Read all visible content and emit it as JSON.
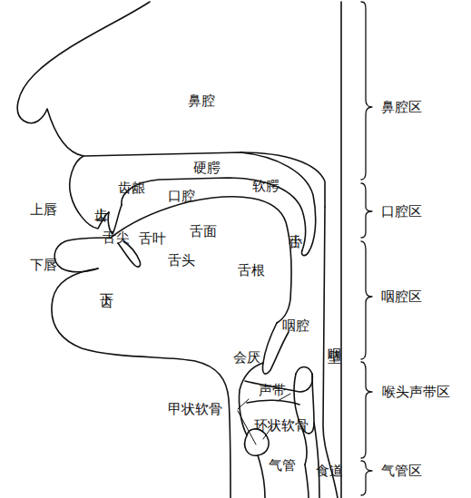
{
  "diagram": {
    "labels": [
      "鼻腔",
      "鼻腔区",
      "硬腭",
      "上齿",
      "齿龈",
      "软腭",
      "口腔",
      "上唇",
      "小舌",
      "口腔区",
      "舌尖",
      "舌叶",
      "舌面",
      "舌头",
      "舌根",
      "下唇",
      "下齿",
      "咽腔",
      "咽壁",
      "咽腔区",
      "会厌",
      "声带",
      "甲状软骨",
      "环状软骨",
      "喉头声带区",
      "气管",
      "食道",
      "气管区"
    ]
  }
}
